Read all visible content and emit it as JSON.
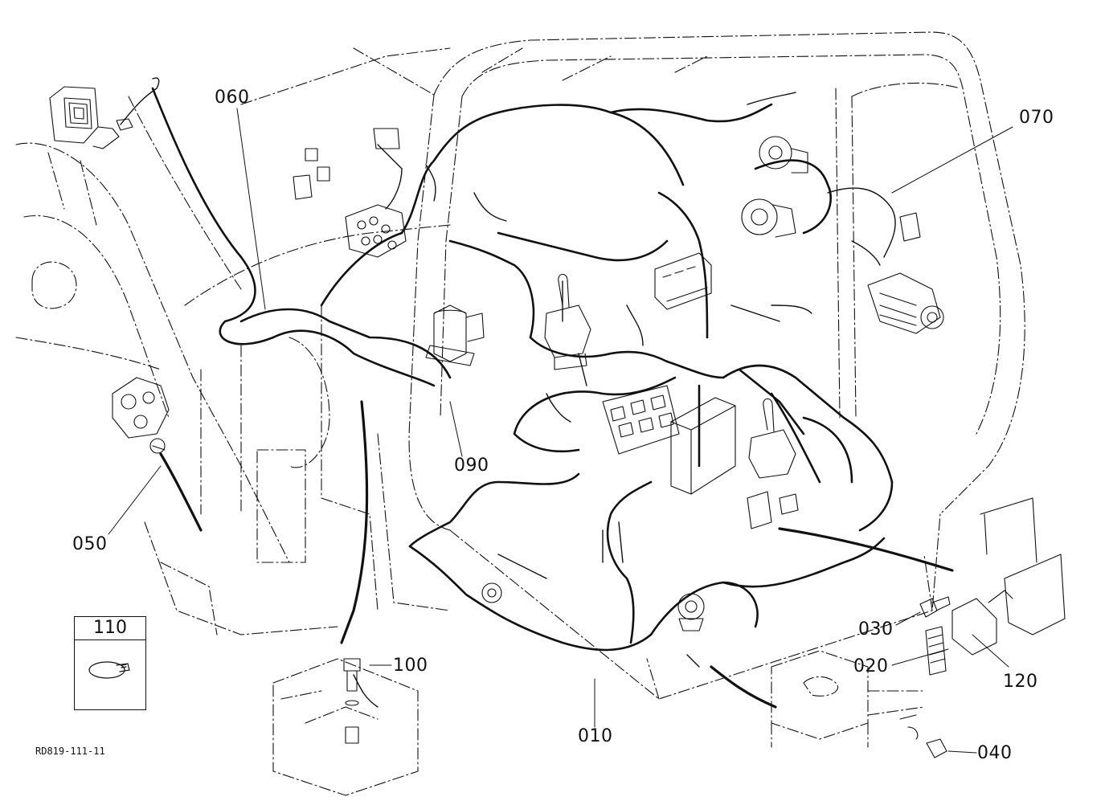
{
  "diagram": {
    "callouts": {
      "c010": "010",
      "c020": "020",
      "c030": "030",
      "c040": "040",
      "c050": "050",
      "c060": "060",
      "c070": "070",
      "c090": "090",
      "c100": "100",
      "c110": "110",
      "c120": "120"
    },
    "drawing_code": "RD819-111-11",
    "line_color": "#111111",
    "background": "#ffffff"
  }
}
